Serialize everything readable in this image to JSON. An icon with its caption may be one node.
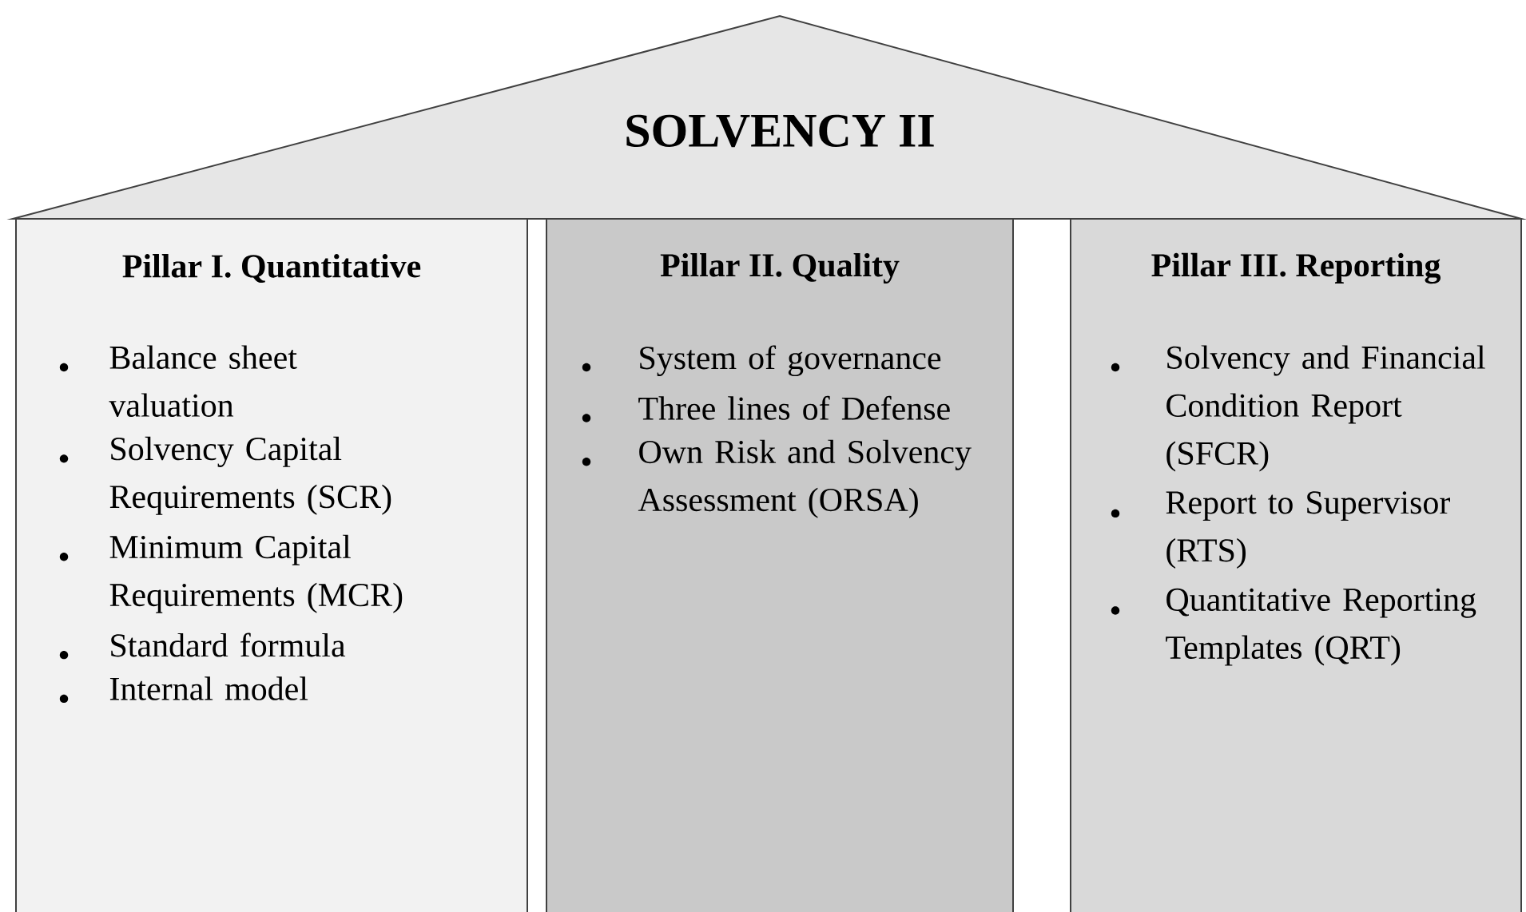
{
  "diagram": {
    "nodes": [
      {
        "text": [
          "SOLVENCY II"
        ]
      },
      {
        "text": [
          "Pillar I. Quantitative",
          "Balance sheet valuation",
          "Solvency Capital Requirements (SCR)",
          "Minimum Capital Requirements (MCR)",
          "Standard formula",
          "Internal model"
        ]
      },
      {
        "text": [
          "Pillar II. Quality",
          "System of governance",
          "Three lines of Defense",
          "Own Risk and Solvency Assessment (ORSA)"
        ]
      },
      {
        "text": [
          "Pillar III. Reporting",
          "Solvency and Financial Condition Report (SFCR)",
          "Report to Supervisor (RTS)",
          "Quantitative Reporting Templates (QRT)"
        ]
      }
    ],
    "edges": []
  }
}
